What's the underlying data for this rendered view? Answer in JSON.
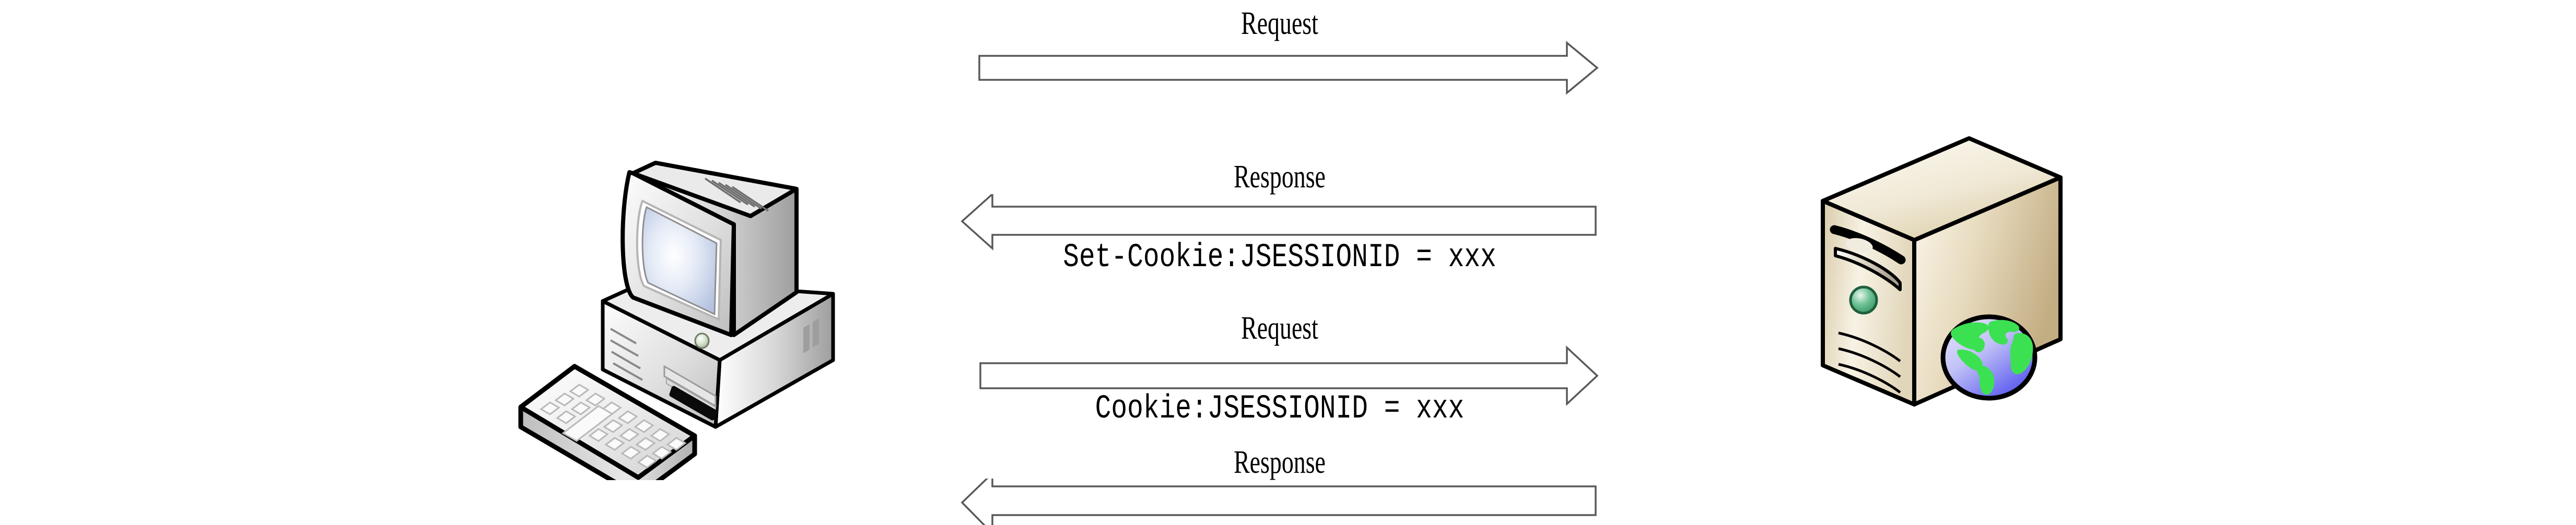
{
  "diagram": {
    "title": "HTTP Request/Response session cookie exchange",
    "background_color": "#ffffff",
    "arrow_stroke_color": "#595959",
    "arrow_fill_color": "#ffffff"
  },
  "nodes": {
    "client": {
      "name": "client-computer",
      "icon": "desktop-computer-icon",
      "label": "",
      "parts": [
        "crt-monitor",
        "desktop-case",
        "keyboard",
        "power-led",
        "floppy-slot",
        "vents"
      ],
      "colors": {
        "case_light": "#f2f2f2",
        "case_mid": "#d4d4d4",
        "case_dark": "#9b9b9b",
        "screen_light": "#ffffff",
        "screen_blue": "#c3cfe8",
        "outline": "#000000",
        "led": "#b9ccae"
      }
    },
    "server": {
      "name": "web-server",
      "icon": "server-tower-icon",
      "label": "",
      "parts": [
        "tower-case",
        "optical-drive",
        "power-led",
        "vents",
        "globe-badge"
      ],
      "colors": {
        "case_light": "#f6f1e3",
        "case_mid": "#e2d9c0",
        "case_dark": "#c2ad84",
        "outline": "#000000",
        "led_green": "#3faa6e",
        "globe_land": "#3ce152",
        "globe_ocean_light": "#dcdcfb",
        "globe_ocean_dark": "#5a5af0"
      }
    }
  },
  "flows": [
    {
      "id": "flow-1",
      "direction": "right",
      "label": "Request",
      "sublabel": "",
      "sublabel_position": "none"
    },
    {
      "id": "flow-2",
      "direction": "left",
      "label": "Response",
      "sublabel": "Set-Cookie:JSESSIONID = xxx",
      "sublabel_position": "below"
    },
    {
      "id": "flow-3",
      "direction": "right",
      "label": "Request",
      "sublabel": "Cookie:JSESSIONID = xxx",
      "sublabel_position": "below"
    },
    {
      "id": "flow-4",
      "direction": "left",
      "label": "Response",
      "sublabel": "",
      "sublabel_position": "none"
    }
  ]
}
